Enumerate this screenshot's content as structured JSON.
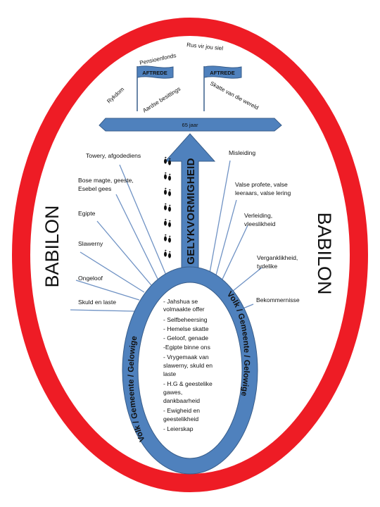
{
  "babilon_left": "BABILON",
  "babilon_right": "BABILON",
  "top_labels": {
    "rykdom": "Rykdom",
    "pensioenfonds": "Pensioenfonds",
    "rus": "Rus vir jou siel",
    "aardse": "Aardse besittings",
    "skatte": "Skatte van die wereld"
  },
  "flags": {
    "left": "AFTREDE",
    "right": "AFTREDE"
  },
  "bar_label": "65 jaar",
  "arrow_label": "GELYKVORMIGHEID",
  "ring_left": "Volk / Gemeente / Gelowige",
  "ring_right": "Volk / Gemeente / Gelowige",
  "left_items": [
    [
      "Towery, afgodediens"
    ],
    [
      "Bose magte, geeste,",
      "Esebel gees"
    ],
    [
      "Egipte"
    ],
    [
      "Slawerny"
    ],
    [
      "Ongeloof"
    ],
    [
      "Skuld en laste"
    ]
  ],
  "right_items": [
    [
      "Misleiding"
    ],
    [
      "Valse profete, valse",
      "leeraars, valse lering"
    ],
    [
      "Verleiding,",
      "vleeslikheid"
    ],
    [
      "Verganklikheid,",
      "tydelike"
    ],
    [
      "Bekommernisse"
    ]
  ],
  "blessings": [
    "- Jahshua se",
    "volmaakte offer",
    "- Selfbeheersing",
    "- Hemelse skatte",
    "- Geloof, genade",
    "-Egipte binne ons",
    "- Vrygemaak van",
    "slawerny, skuld en",
    "laste",
    "- H.G & geestelike",
    "gawes,",
    "dankbaarheid",
    "- Ewigheid en",
    "geestelikheid",
    "- Leierskap"
  ],
  "colors": {
    "red": "#ee1c25",
    "blue": "#4f81bd",
    "blue_dark": "#385d8a"
  }
}
